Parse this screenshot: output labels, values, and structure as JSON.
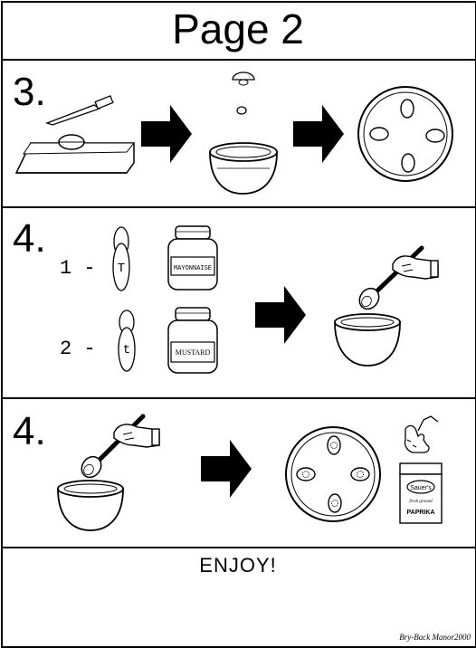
{
  "page": {
    "title": "Page 2",
    "footer_text": "ENJOY!",
    "credit": "Bry-Back Manor2000"
  },
  "steps": [
    {
      "number": "3."
    },
    {
      "number": "4.",
      "items": [
        {
          "qty": "1 -",
          "spoon_letter": "T",
          "jar_label": "MAYONNAISE"
        },
        {
          "qty": "2 -",
          "spoon_letter": "t",
          "jar_label": "MUSTARD"
        }
      ]
    },
    {
      "number": "4.",
      "paprika_box": {
        "brand": "Sauer's",
        "subtext": "fresh ground",
        "label": "PAPRIKA"
      }
    }
  ]
}
